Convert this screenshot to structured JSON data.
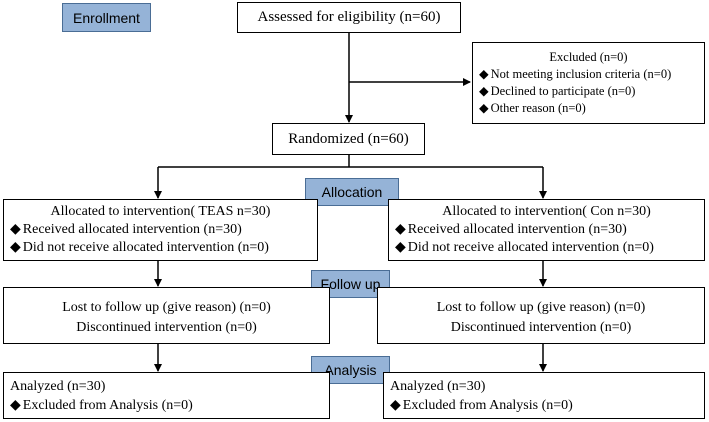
{
  "stages": {
    "enrollment": "Enrollment",
    "allocation": "Allocation",
    "follow_up": "Follow up",
    "analysis": "Analysis"
  },
  "assessed": "Assessed for eligibility (n=60)",
  "excluded": {
    "title": "Excluded (n=0)",
    "items": [
      "Not meeting inclusion criteria (n=0)",
      "Declined  to participate (n=0)",
      "Other reason (n=0)"
    ]
  },
  "randomized": "Randomized (n=60)",
  "allocation": {
    "left": {
      "title": "Allocated to intervention( TEAS n=30)",
      "items": [
        "Received allocated intervention (n=30)",
        "Did not receive allocated intervention (n=0)"
      ]
    },
    "right": {
      "title": "Allocated to intervention( Con n=30)",
      "items": [
        "Received allocated intervention (n=30)",
        "Did not receive allocated intervention (n=0)"
      ]
    }
  },
  "follow_up": {
    "left": [
      "Lost to follow up (give reason) (n=0)",
      "Discontinued intervention (n=0)"
    ],
    "right": [
      "Lost to follow up (give reason) (n=0)",
      "Discontinued intervention (n=0)"
    ]
  },
  "analysis": {
    "left": {
      "analyzed": "Analyzed (n=30)",
      "excluded": "Excluded from Analysis (n=0)"
    },
    "right": {
      "analyzed": "Analyzed (n=30)",
      "excluded": "Excluded from Analysis (n=0)"
    }
  }
}
